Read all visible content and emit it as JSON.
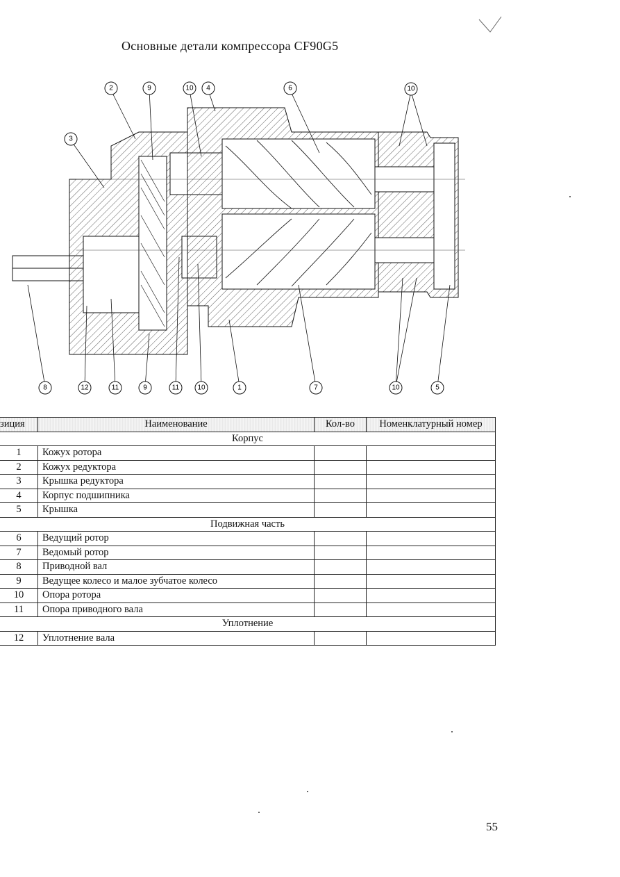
{
  "title": "Основные детали компрессора CF90G5",
  "figure": {
    "callouts": [
      {
        "label": "2"
      },
      {
        "label": "9"
      },
      {
        "label": "10"
      },
      {
        "label": "4"
      },
      {
        "label": "6"
      },
      {
        "label": "10"
      },
      {
        "label": "3"
      },
      {
        "label": "8"
      },
      {
        "label": "12"
      },
      {
        "label": "11"
      },
      {
        "label": "9"
      },
      {
        "label": "11"
      },
      {
        "label": "10"
      },
      {
        "label": "1"
      },
      {
        "label": "7"
      },
      {
        "label": "10"
      },
      {
        "label": "5"
      }
    ]
  },
  "table": {
    "headers": {
      "position": "зиция",
      "name": "Наименование",
      "qty": "Кол-во",
      "part_no": "Номенклатурный номер"
    },
    "sections": [
      {
        "title": "Корпус",
        "rows": [
          {
            "pos": "1",
            "name": "Кожух ротора"
          },
          {
            "pos": "2",
            "name": "Кожух редуктора"
          },
          {
            "pos": "3",
            "name": "Крышка редуктора"
          },
          {
            "pos": "4",
            "name": "Корпус подшипника"
          },
          {
            "pos": "5",
            "name": "Крышка"
          }
        ]
      },
      {
        "title": "Подвижная часть",
        "rows": [
          {
            "pos": "6",
            "name": "Ведущий ротор"
          },
          {
            "pos": "7",
            "name": "Ведомый ротор"
          },
          {
            "pos": "8",
            "name": "Приводной вал"
          },
          {
            "pos": "9",
            "name": "Ведущее колесо и малое зубчатое колесо"
          },
          {
            "pos": "10",
            "name": "Опора ротора"
          },
          {
            "pos": "11",
            "name": "Опора приводного вала"
          }
        ]
      },
      {
        "title": "Уплотнение",
        "rows": [
          {
            "pos": "12",
            "name": "Уплотнение вала"
          }
        ]
      }
    ]
  },
  "page_number": "55"
}
